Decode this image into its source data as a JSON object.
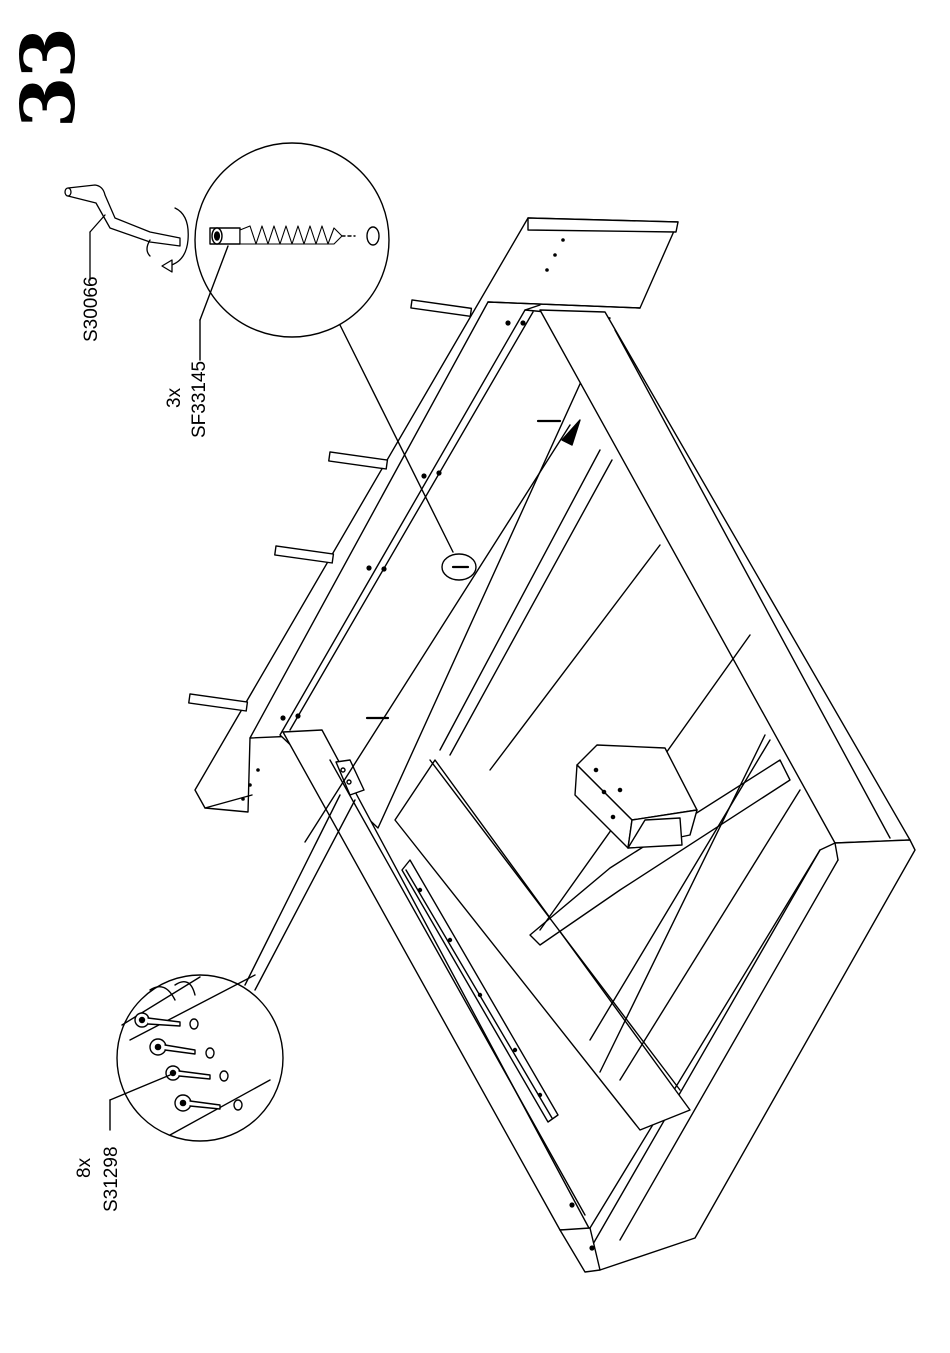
{
  "step": {
    "number": "33"
  },
  "parts": {
    "crank": {
      "code": "S30066"
    },
    "bolt": {
      "qty": "3x",
      "code": "SF33145"
    },
    "screw": {
      "qty": "8x",
      "code": "S31298"
    }
  },
  "colors": {
    "line": "#000000",
    "paper": "#ffffff",
    "shade": "#dcdcdc"
  }
}
